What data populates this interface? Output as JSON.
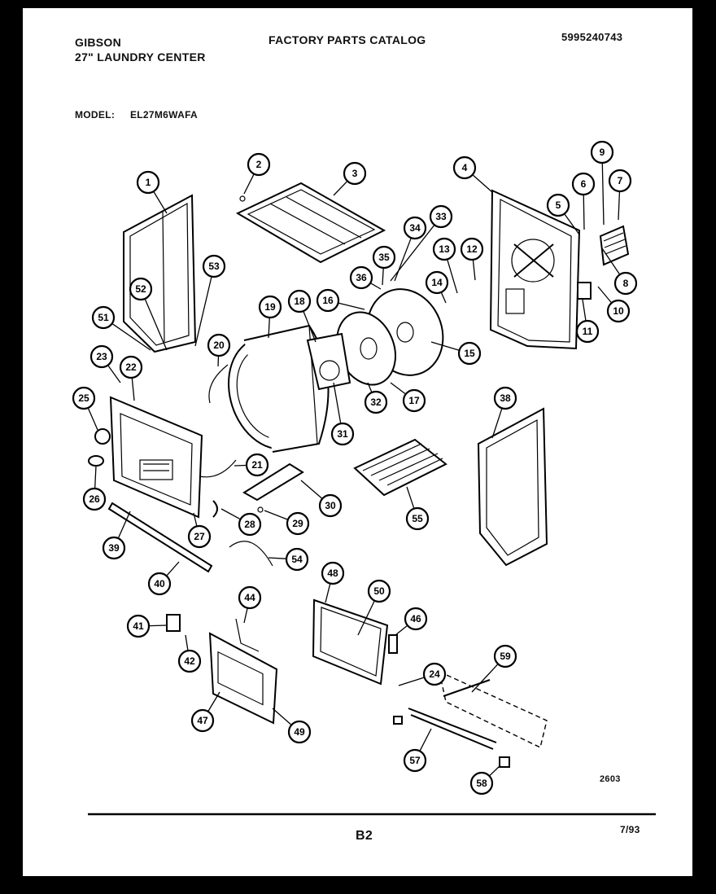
{
  "header": {
    "brand": "GIBSON",
    "product": "27\" LAUNDRY CENTER",
    "catalog_title": "FACTORY PARTS CATALOG",
    "catalog_number": "5995240743",
    "model_label": "MODEL:",
    "model_value": "EL27M6WAFA"
  },
  "diagram": {
    "drawing_number": "2603",
    "callouts": [
      "1",
      "2",
      "3",
      "4",
      "5",
      "6",
      "7",
      "8",
      "9",
      "10",
      "11",
      "12",
      "13",
      "14",
      "15",
      "16",
      "17",
      "18",
      "19",
      "20",
      "21",
      "22",
      "23",
      "24",
      "25",
      "26",
      "27",
      "28",
      "29",
      "30",
      "31",
      "32",
      "33",
      "34",
      "35",
      "36",
      "38",
      "39",
      "40",
      "41",
      "42",
      "44",
      "46",
      "47",
      "48",
      "49",
      "50",
      "51",
      "52",
      "53",
      "54",
      "55",
      "57",
      "58",
      "59"
    ]
  },
  "footer": {
    "page": "B2",
    "date": "7/93"
  }
}
